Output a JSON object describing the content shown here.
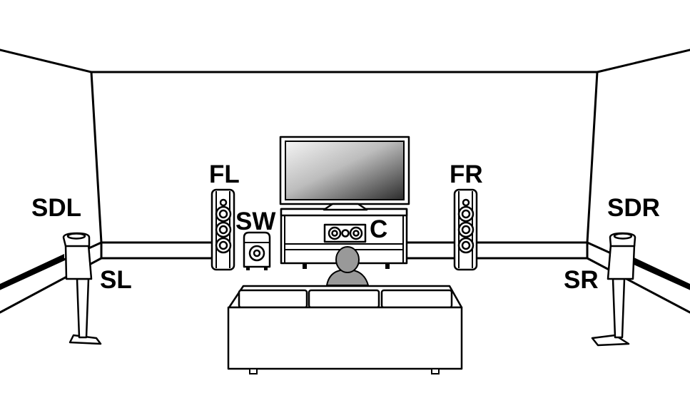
{
  "labels": {
    "sdl": "SDL",
    "sl": "SL",
    "fl": "FL",
    "sw": "SW",
    "c": "C",
    "fr": "FR",
    "sdr": "SDR",
    "sr": "SR"
  },
  "colors": {
    "line": "#000000",
    "background": "#ffffff",
    "person": "#999999",
    "screen_light": "#f2f2f2",
    "screen_dark": "#333333"
  }
}
